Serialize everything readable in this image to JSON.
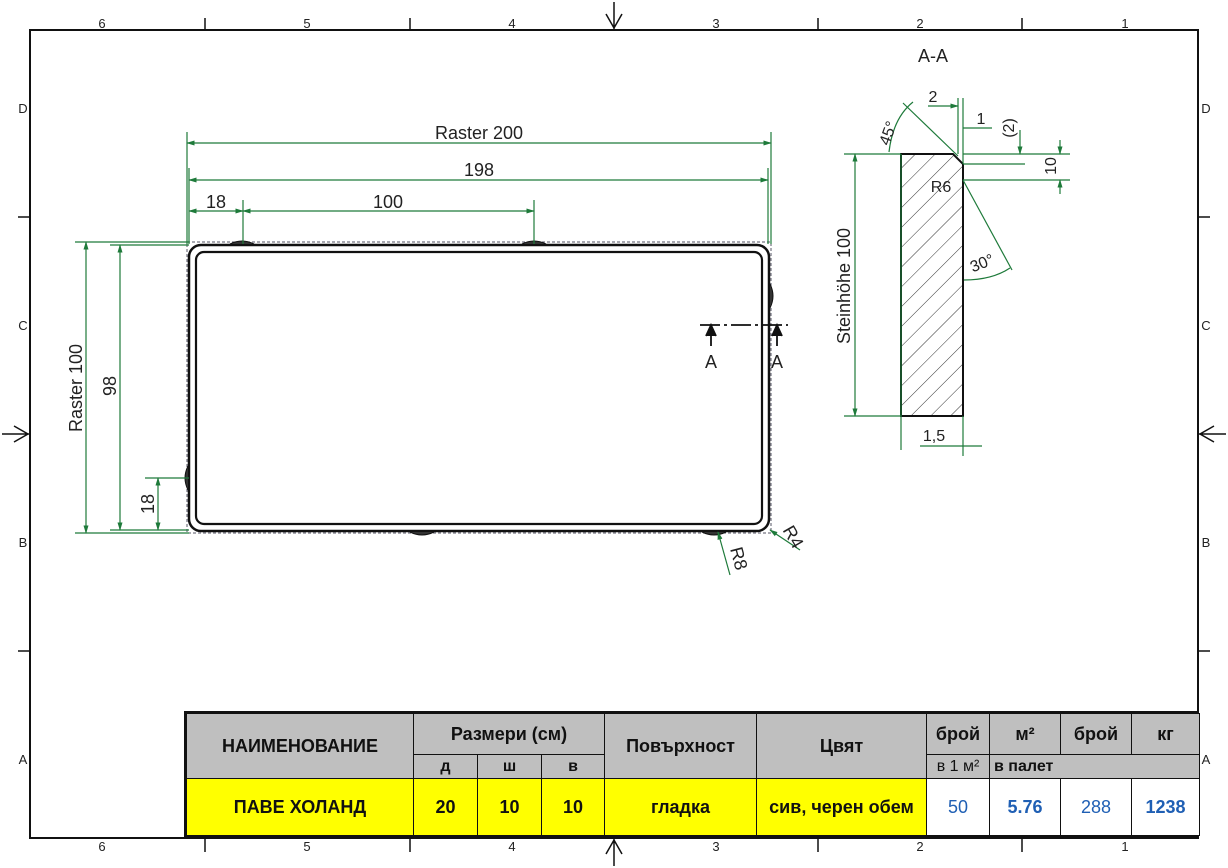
{
  "frame": {
    "columns_top": [
      "6",
      "5",
      "4",
      "3",
      "2",
      "1"
    ],
    "columns_bottom": [
      "6",
      "5",
      "4",
      "3",
      "2",
      "1"
    ],
    "rows_left": [
      "D",
      "C",
      "B",
      "A"
    ],
    "rows_right": [
      "D",
      "C",
      "B",
      "A"
    ]
  },
  "section_title": "A-A",
  "top_view": {
    "raster_length": "Raster 200",
    "length": "198",
    "offset_18": "18",
    "spacing_100": "100",
    "raster_width": "Raster 100",
    "width": "98",
    "offset_18_v": "18",
    "radius_outer": "R4",
    "radius_inner": "R8",
    "cut_a_left": "A",
    "cut_a_right": "A"
  },
  "section_view": {
    "angle_45": "45°",
    "dim_2": "2",
    "dim_1": "1",
    "dim_2_ref": "(2)",
    "dim_10": "10",
    "radius": "R6",
    "angle_30": "30°",
    "height": "Steinhöhe 100",
    "dim_15": "1,5"
  },
  "title_block": {
    "h_name": "НАИМЕНОВАНИЕ",
    "h_sizes": "Размери (см)",
    "h_d": "д",
    "h_w": "ш",
    "h_h": "в",
    "h_surface": "Повърхност",
    "h_color": "Цвят",
    "h_count": "брой",
    "h_per_m2": "в 1 м²",
    "h_m2": "м²",
    "h_count2": "брой",
    "h_kg": "кг",
    "h_pallet": "в палет",
    "v_name": "ПАВЕ ХОЛАНД",
    "v_d": "20",
    "v_w": "10",
    "v_h": "10",
    "v_surface": "гладка",
    "v_color": "сив, черен обем",
    "v_count_m2": "50",
    "v_m2": "5.76",
    "v_count_pallet": "288",
    "v_kg": "1238"
  }
}
